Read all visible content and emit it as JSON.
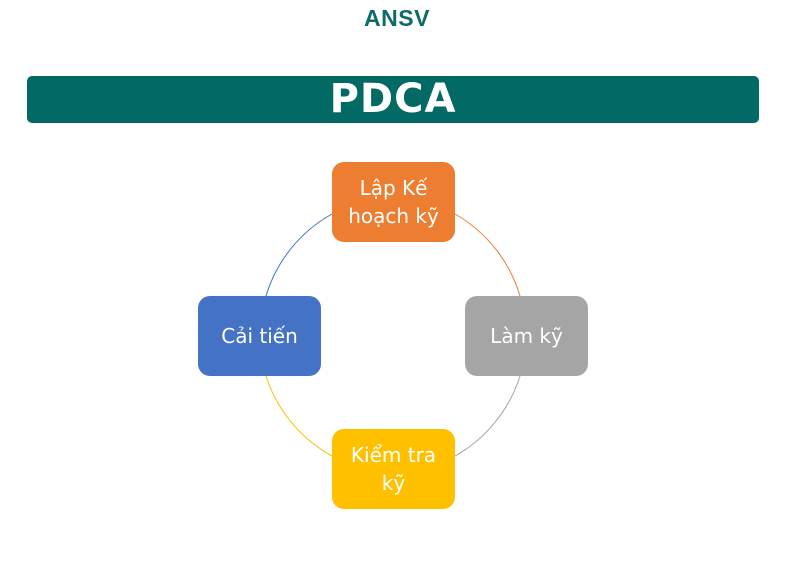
{
  "header": {
    "brand": "ANSV"
  },
  "banner": {
    "title": "PDCA"
  },
  "cycle": {
    "plan": {
      "label": "Lập Kế hoạch kỹ",
      "color": "#ed7d31"
    },
    "do": {
      "label": "Làm kỹ",
      "color": "#a5a5a5"
    },
    "check": {
      "label": "Kiểm tra kỹ",
      "color": "#ffc000"
    },
    "act": {
      "label": "Cải tiến",
      "color": "#4472c4"
    }
  },
  "colors": {
    "banner": "#036964",
    "brand_text": "#0e6b66"
  }
}
